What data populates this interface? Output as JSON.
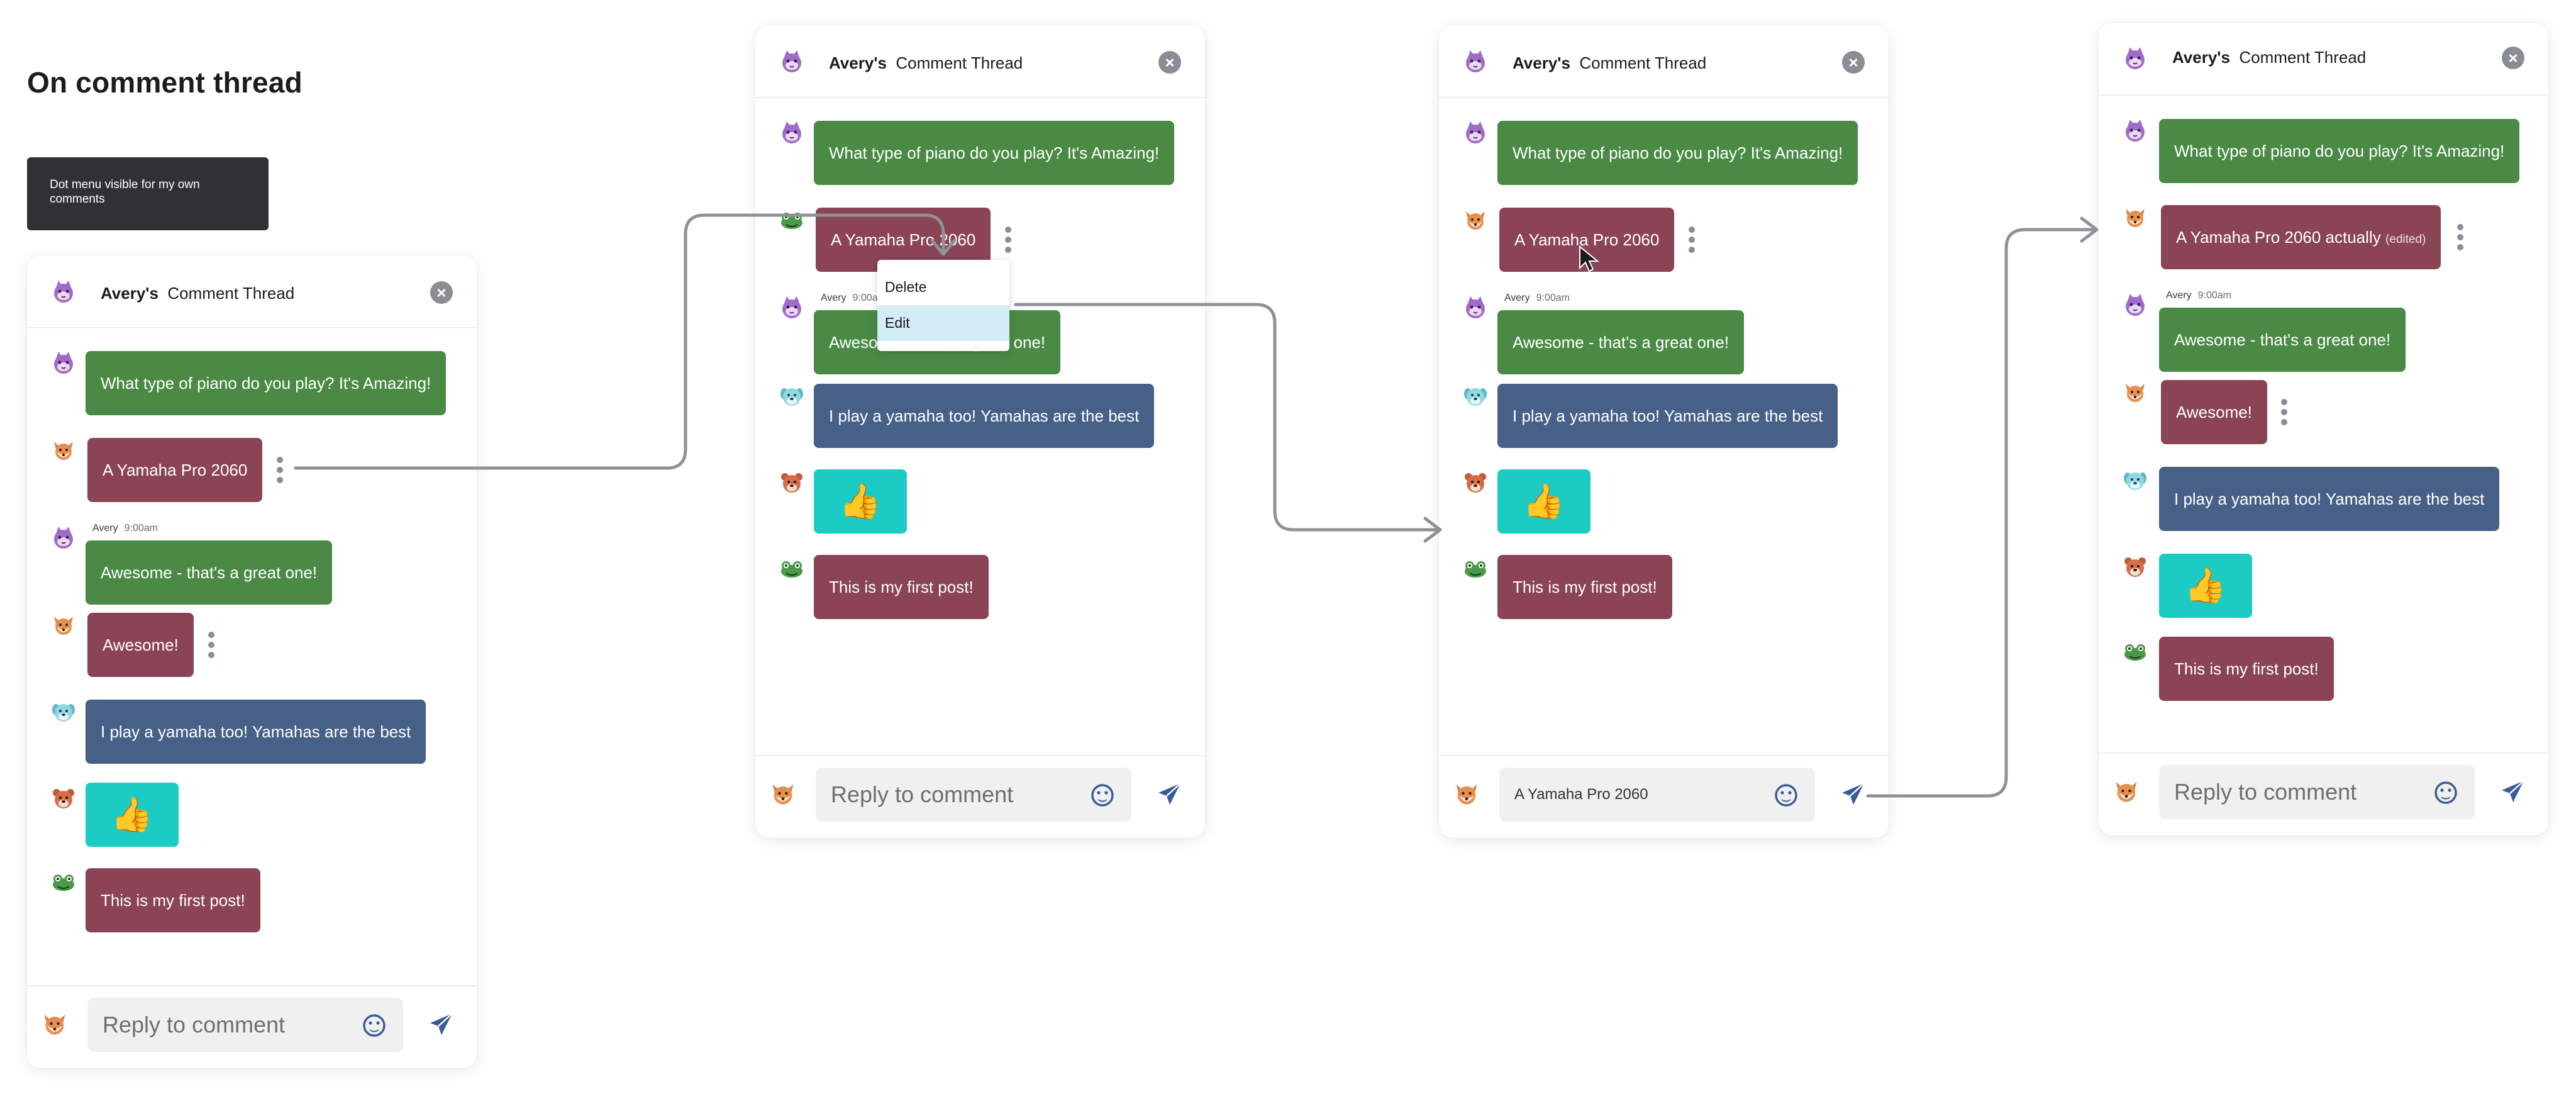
{
  "page": {
    "title": "On comment thread",
    "note": "Dot menu visible for my own comments"
  },
  "colors": {
    "green_bubble": "#4a8a45",
    "maroon_bubble": "#8a4456",
    "blue_bubble": "#466088",
    "teal_bubble": "#1ccbc3",
    "send_icon": "#3a5b95"
  },
  "thread": {
    "owner": "Avery's",
    "title": "Comment Thread"
  },
  "messages": {
    "piano_question": "What type of piano do you play? It's Amazing!",
    "yamaha_model": "A Yamaha Pro 2060",
    "yamaha_model_edited": "A Yamaha Pro 2060 actually",
    "edited_tag": "(edited)",
    "meta_name": "Avery",
    "meta_time": "9:00am",
    "great_one": "Awesome - that's a great one!",
    "awesome": "Awesome!",
    "yamaha_best": "I play a yamaha too! Yamahas are the best",
    "thumbs": "👍",
    "first_post": "This is my first post!"
  },
  "reply": {
    "placeholder": "Reply to comment",
    "edit_value": "A Yamaha Pro 2060"
  },
  "menu": {
    "delete_label": "Delete",
    "edit_label": "Edit"
  },
  "icons": {
    "owner_avatar": "purple-cat-icon",
    "fox_avatar": "fox-icon",
    "dog_avatar": "teal-dog-icon",
    "bear_avatar": "bear-icon",
    "frog_avatar": "frog-icon",
    "close": "close-icon",
    "emoji": "smiley-icon",
    "send": "send-icon",
    "more": "more-dots-icon",
    "cursor": "cursor-icon"
  }
}
